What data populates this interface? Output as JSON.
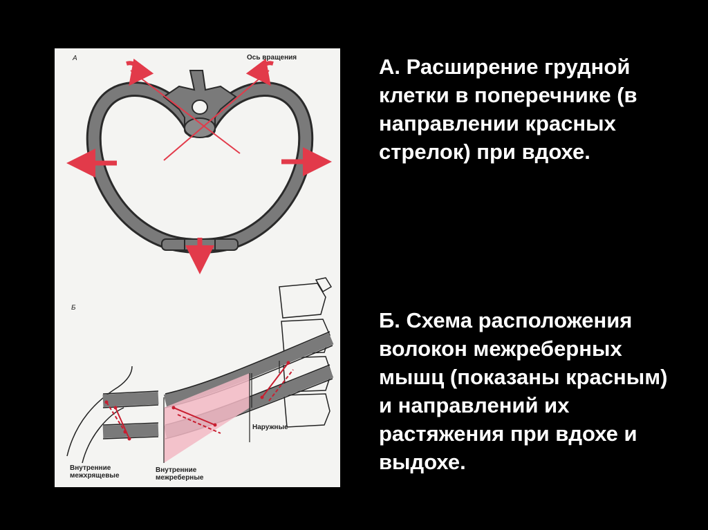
{
  "figure": {
    "panel_a": {
      "letter": "А",
      "axis_label": "Ось вращения"
    },
    "panel_b": {
      "letter": "Б",
      "label_outer": "Наружные",
      "label_inner_intercartilage_1": "Внутренние",
      "label_inner_intercartilage_2": "межхрящевые",
      "label_inner_intercostal_1": "Внутренние",
      "label_inner_intercostal_2": "межреберные"
    },
    "colors": {
      "arrow_red": "#e23a4a",
      "bone_gray": "#7a7a7a",
      "muscle_pink": "#f2b8c4"
    }
  },
  "text": {
    "block_a": {
      "line_1": "А. Расширение грудной",
      "line_2": "клетки в поперечнике (в",
      "line_3": "направлении красных",
      "line_4": "стрелок) при вдохе."
    },
    "block_b": {
      "line_1": "Б. Схема расположения",
      "line_2": "волокон межреберных",
      "line_3": "мышц (показаны красным)",
      "line_4": "и направлений их",
      "line_5": "растяжения при вдохе и",
      "line_6": "выдохе."
    }
  }
}
